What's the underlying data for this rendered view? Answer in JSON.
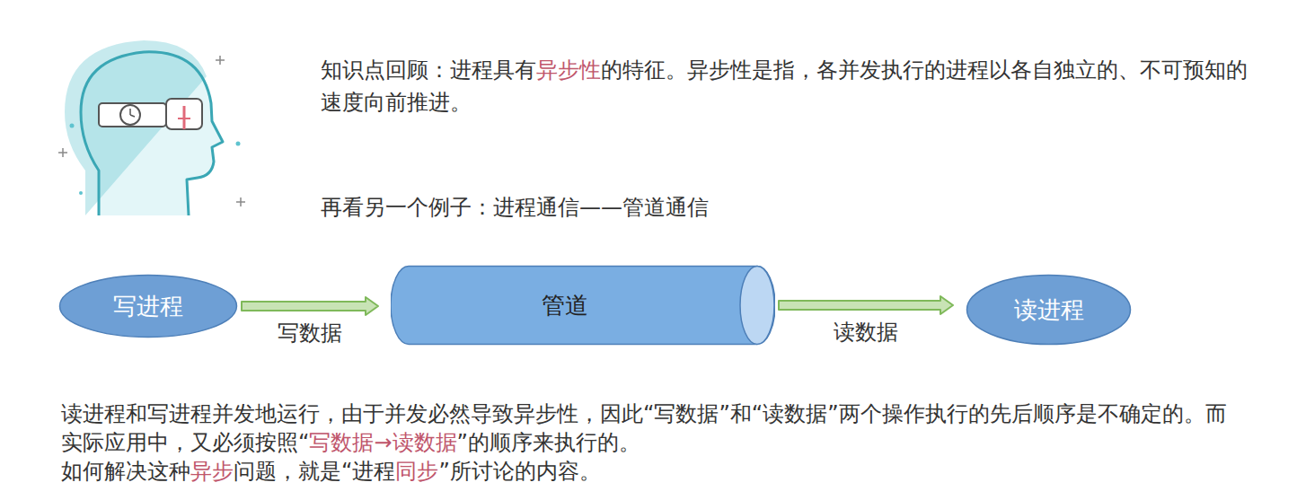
{
  "diagram": {
    "nodes": [
      {
        "text": [
          "写进程"
        ]
      },
      {
        "text": [
          "管道"
        ]
      },
      {
        "text": [
          "读进程"
        ]
      }
    ],
    "edges": [
      {
        "from": 0,
        "to": 1,
        "arrow": "to",
        "label": "写数据"
      },
      {
        "from": 1,
        "to": 2,
        "arrow": "to",
        "label": "读数据"
      }
    ],
    "labels": [
      "知识点回顾：进程具有",
      "异步性",
      "的特征。异步性是指，各并发执行的进程以各自独立的、不可预知的速度向前推进。",
      "再看另一个例子：进程通信——管道通信",
      "读进程和写进程并发地运行，由于并发必然导致异步性，因此“写数据”和“读数据”两个操作执行的先后顺序是不确定的。而实际应用中，又必须按照“",
      "写数据→读数据",
      "”的顺序来执行的。",
      "如何解决这种",
      "异步",
      "问题，就是“进程",
      "同步",
      "”所讨论的内容。"
    ]
  }
}
